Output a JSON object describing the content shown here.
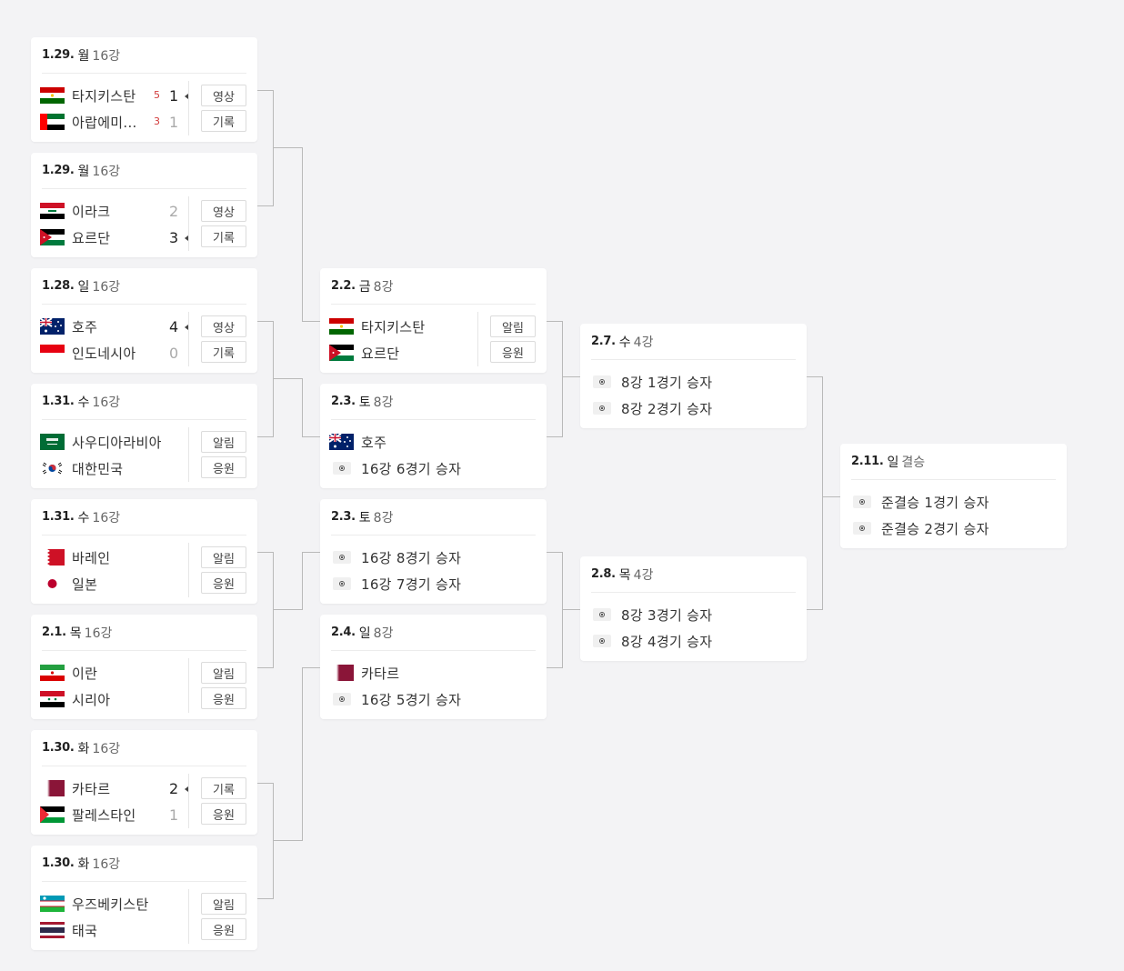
{
  "r16": [
    {
      "date": "1.29.",
      "day": "월",
      "round": "16강",
      "t1": {
        "name": "타지키스탄",
        "flag": "tjk",
        "pk": "5",
        "score": "1",
        "win": true
      },
      "t2": {
        "name": "아랍에미...",
        "flag": "uae",
        "pk": "3",
        "score": "1",
        "win": false
      },
      "b1": "영상",
      "b2": "기록"
    },
    {
      "date": "1.29.",
      "day": "월",
      "round": "16강",
      "t1": {
        "name": "이라크",
        "flag": "irq",
        "score": "2",
        "win": false
      },
      "t2": {
        "name": "요르단",
        "flag": "jor",
        "score": "3",
        "win": true
      },
      "b1": "영상",
      "b2": "기록"
    },
    {
      "date": "1.28.",
      "day": "일",
      "round": "16강",
      "t1": {
        "name": "호주",
        "flag": "aus",
        "score": "4",
        "win": true
      },
      "t2": {
        "name": "인도네시아",
        "flag": "idn",
        "score": "0",
        "win": false
      },
      "b1": "영상",
      "b2": "기록"
    },
    {
      "date": "1.31.",
      "day": "수",
      "round": "16강",
      "t1": {
        "name": "사우디아라비아",
        "flag": "ksa"
      },
      "t2": {
        "name": "대한민국",
        "flag": "kor"
      },
      "b1": "알림",
      "b2": "응원"
    },
    {
      "date": "1.31.",
      "day": "수",
      "round": "16강",
      "t1": {
        "name": "바레인",
        "flag": "bhr"
      },
      "t2": {
        "name": "일본",
        "flag": "jpn"
      },
      "b1": "알림",
      "b2": "응원"
    },
    {
      "date": "2.1.",
      "day": "목",
      "round": "16강",
      "t1": {
        "name": "이란",
        "flag": "irn"
      },
      "t2": {
        "name": "시리아",
        "flag": "syr"
      },
      "b1": "알림",
      "b2": "응원"
    },
    {
      "date": "1.30.",
      "day": "화",
      "round": "16강",
      "t1": {
        "name": "카타르",
        "flag": "qat",
        "score": "2",
        "win": true
      },
      "t2": {
        "name": "팔레스타인",
        "flag": "ple",
        "score": "1",
        "win": false
      },
      "b1": "기록",
      "b2": "응원"
    },
    {
      "date": "1.30.",
      "day": "화",
      "round": "16강",
      "t1": {
        "name": "우즈베키스탄",
        "flag": "uzb"
      },
      "t2": {
        "name": "태국",
        "flag": "tha"
      },
      "b1": "알림",
      "b2": "응원"
    }
  ],
  "qf": [
    {
      "date": "2.2.",
      "day": "금",
      "round": "8강",
      "t1": {
        "name": "타지키스탄",
        "flag": "tjk"
      },
      "t2": {
        "name": "요르단",
        "flag": "jor"
      },
      "b1": "알림",
      "b2": "응원"
    },
    {
      "date": "2.3.",
      "day": "토",
      "round": "8강",
      "t1": {
        "name": "호주",
        "flag": "aus"
      },
      "t2": {
        "name": "16강 6경기 승자",
        "flag": "ball"
      }
    },
    {
      "date": "2.3.",
      "day": "토",
      "round": "8강",
      "t1": {
        "name": "16강 8경기 승자",
        "flag": "ball"
      },
      "t2": {
        "name": "16강 7경기 승자",
        "flag": "ball"
      }
    },
    {
      "date": "2.4.",
      "day": "일",
      "round": "8강",
      "t1": {
        "name": "카타르",
        "flag": "qat"
      },
      "t2": {
        "name": "16강 5경기 승자",
        "flag": "ball"
      }
    }
  ],
  "sf": [
    {
      "date": "2.7.",
      "day": "수",
      "round": "4강",
      "t1": {
        "name": "8강 1경기 승자",
        "flag": "ball"
      },
      "t2": {
        "name": "8강 2경기 승자",
        "flag": "ball"
      }
    },
    {
      "date": "2.8.",
      "day": "목",
      "round": "4강",
      "t1": {
        "name": "8강 3경기 승자",
        "flag": "ball"
      },
      "t2": {
        "name": "8강 4경기 승자",
        "flag": "ball"
      }
    }
  ],
  "final": [
    {
      "date": "2.11.",
      "day": "일",
      "round": "결승",
      "t1": {
        "name": "준결승 1경기 승자",
        "flag": "ball"
      },
      "t2": {
        "name": "준결승 2경기 승자",
        "flag": "ball"
      }
    }
  ]
}
